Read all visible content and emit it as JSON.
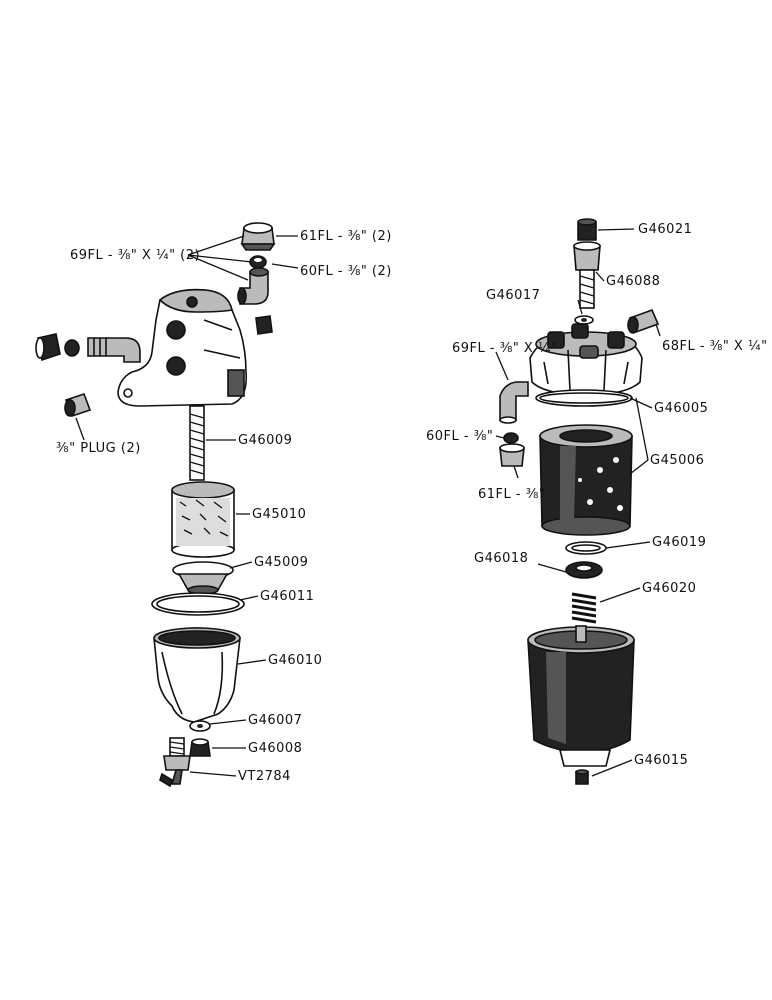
{
  "diagram": {
    "left_labels": {
      "fitting_69fl": "69FL - ⅜\" X ¼\" (2)",
      "fitting_61fl": "61FL - ⅜\" (2)",
      "fitting_60fl": "60FL - ⅜\" (2)",
      "plug": "⅜\" PLUG (2)",
      "bolt": "G46009",
      "element": "G45010",
      "cup": "G45009",
      "gasket": "G46011",
      "bowl": "G46010",
      "washer": "G46007",
      "nut": "G46008",
      "drain_cock": "VT2784"
    },
    "right_labels": {
      "cap_nut": "G46021",
      "bolt": "G46088",
      "washer": "G46017",
      "fitting_68fl": "68FL - ⅜\" X ¼\"",
      "fitting_69fl": "69FL - ⅜\" X ¼\"",
      "head_gasket": "G46005",
      "fitting_60fl": "60FL - ⅜\"",
      "element": "G45006",
      "fitting_61fl": "61FL - ⅜\"",
      "seal_ring": "G46019",
      "retainer": "G46018",
      "spring": "G46020",
      "drain_plug": "G46015"
    }
  }
}
